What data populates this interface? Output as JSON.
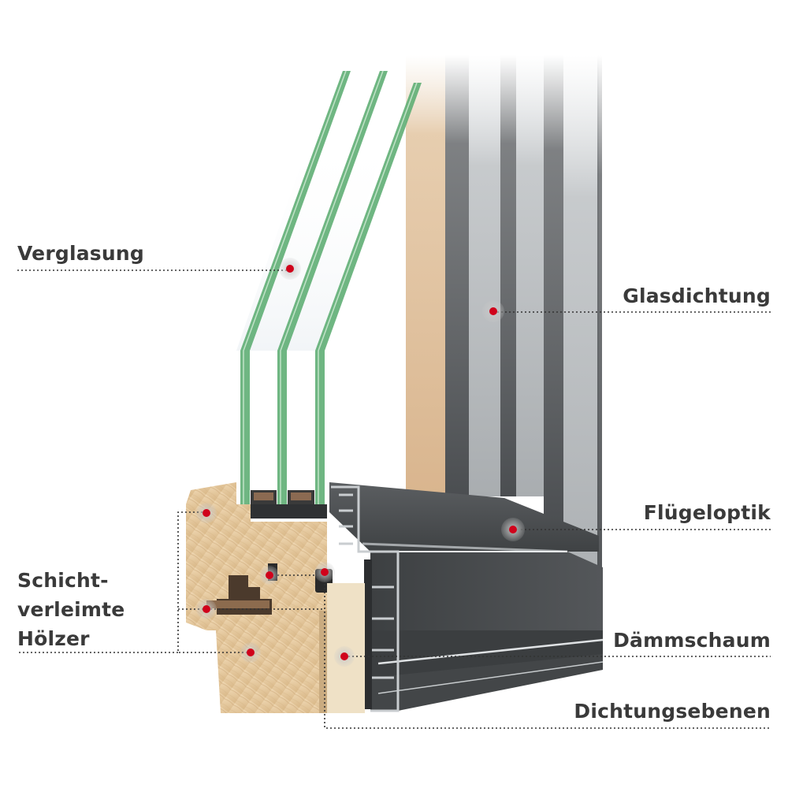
{
  "labels": {
    "verglasung": "Verglasung",
    "glasdichtung": "Glasdichtung",
    "fluegeloptik": "Flügeloptik",
    "schicht_line1": "Schicht-",
    "schicht_line2": "verleimte",
    "schicht_line3": "Hölzer",
    "daemmschaum": "Dämmschaum",
    "dichtungsebenen": "Dichtungsebenen"
  },
  "colors": {
    "marker": "#d0021b",
    "leader_line": "#333333",
    "text": "#3a3a3a",
    "aluminium": "#4a4d4f",
    "wood": "#e6c9a0",
    "glass_edge": "#4f9a63"
  }
}
